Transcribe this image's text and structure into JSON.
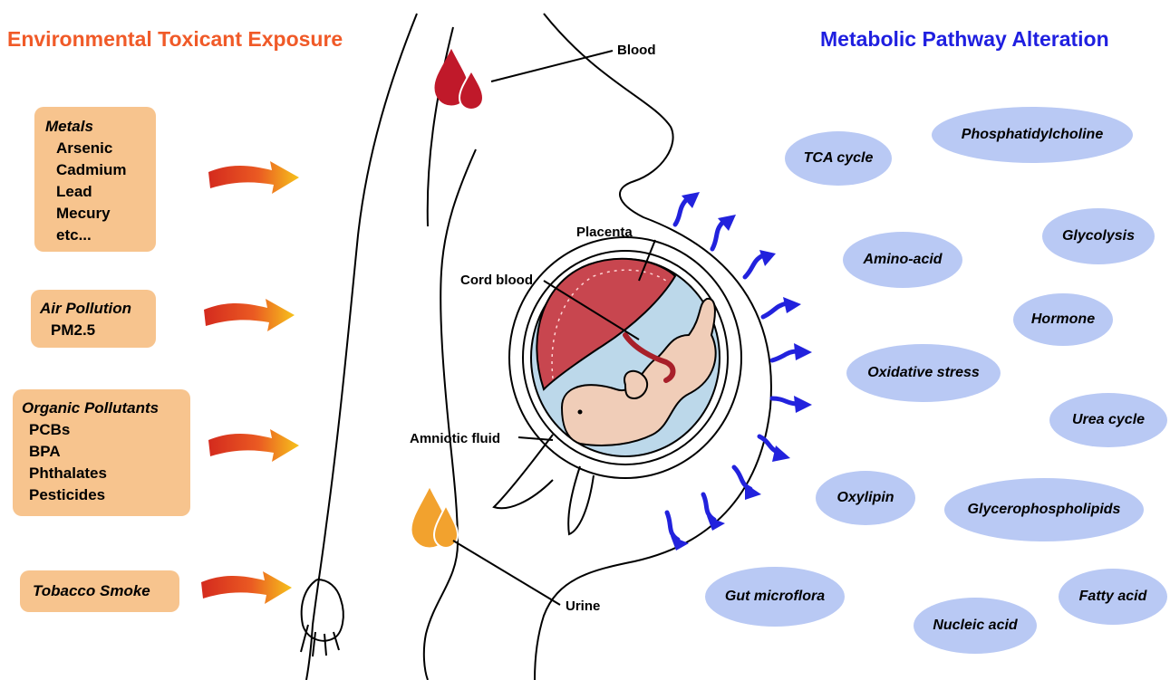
{
  "titles": {
    "left": "Environmental Toxicant Exposure",
    "right": "Metabolic Pathway Alteration"
  },
  "toxicants": [
    {
      "heading": "Metals",
      "items": [
        "Arsenic",
        "Cadmium",
        "Lead",
        "Mecury",
        "etc..."
      ]
    },
    {
      "heading": "Air Pollution",
      "items": [
        "PM2.5"
      ]
    },
    {
      "heading": "Organic Pollutants",
      "items": [
        "PCBs",
        "BPA",
        "Phthalates",
        "Pesticides"
      ]
    },
    {
      "heading": "Tobacco Smoke",
      "items": []
    }
  ],
  "body_labels": {
    "blood": "Blood",
    "placenta": "Placenta",
    "cord_blood": "Cord blood",
    "amniotic_fluid": "Amniotic fluid",
    "urine": "Urine"
  },
  "pathways": [
    "TCA cycle",
    "Phosphatidylcholine",
    "Amino-acid",
    "Glycolysis",
    "Hormone",
    "Oxidative stress",
    "Urea cycle",
    "Oxylipin",
    "Glycerophospholipids",
    "Gut microflora",
    "Fatty acid",
    "Nucleic acid"
  ],
  "colors": {
    "toxicant_title": "#f05a28",
    "pathway_title": "#1f1fe0",
    "toxicant_box": "#f7c48e",
    "pathway_ellipse": "#b9c9f4",
    "blood_drop": "#c0192a",
    "urine_drop": "#f2a22e",
    "placenta": "#c8464f",
    "amniotic": "#bcd8ea",
    "fetus": "#f0cdb8",
    "pathway_arrow": "#2222dd"
  }
}
